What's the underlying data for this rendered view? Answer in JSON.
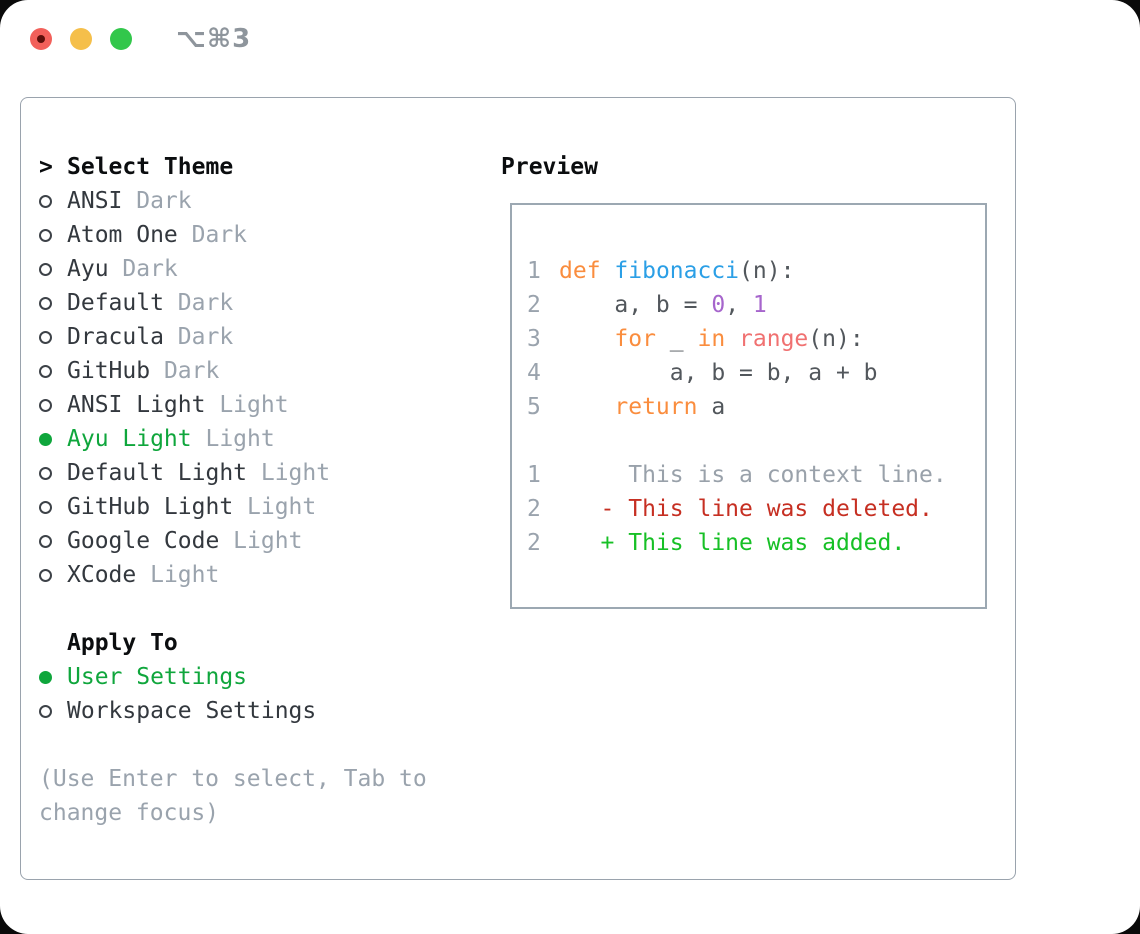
{
  "window": {
    "title": "⌥⌘3",
    "traffic_lights": {
      "close": "close",
      "minimize": "minimize",
      "zoom": "zoom"
    }
  },
  "theme_picker": {
    "header_prefix": ">",
    "header_label": "Select Theme",
    "items": [
      {
        "name": "ANSI",
        "variant": "Dark",
        "selected": false
      },
      {
        "name": "Atom One",
        "variant": "Dark",
        "selected": false
      },
      {
        "name": "Ayu",
        "variant": "Dark",
        "selected": false
      },
      {
        "name": "Default",
        "variant": "Dark",
        "selected": false
      },
      {
        "name": "Dracula",
        "variant": "Dark",
        "selected": false
      },
      {
        "name": "GitHub",
        "variant": "Dark",
        "selected": false
      },
      {
        "name": "ANSI Light",
        "variant": "Light",
        "selected": false
      },
      {
        "name": "Ayu Light",
        "variant": "Light",
        "selected": true
      },
      {
        "name": "Default Light",
        "variant": "Light",
        "selected": false
      },
      {
        "name": "GitHub Light",
        "variant": "Light",
        "selected": false
      },
      {
        "name": "Google Code",
        "variant": "Light",
        "selected": false
      },
      {
        "name": "XCode",
        "variant": "Light",
        "selected": false
      }
    ]
  },
  "apply_to": {
    "label": "Apply To",
    "options": [
      {
        "label": "User Settings",
        "selected": true
      },
      {
        "label": "Workspace Settings",
        "selected": false
      }
    ]
  },
  "hint": "(Use Enter to select, Tab to change focus)",
  "preview": {
    "label": "Preview",
    "code_lines": [
      {
        "number": "1",
        "tokens": [
          [
            "def",
            "k"
          ],
          [
            " ",
            ""
          ],
          [
            "fibonacci",
            "f"
          ],
          [
            "(n):",
            ""
          ]
        ]
      },
      {
        "number": "2",
        "tokens": [
          [
            "    a, b = ",
            ""
          ],
          [
            "0",
            "n"
          ],
          [
            ", ",
            ""
          ],
          [
            "1",
            "n"
          ]
        ]
      },
      {
        "number": "3",
        "tokens": [
          [
            "    ",
            ""
          ],
          [
            "for",
            "k"
          ],
          [
            " _ ",
            ""
          ],
          [
            "in",
            "k"
          ],
          [
            " ",
            ""
          ],
          [
            "range",
            "b"
          ],
          [
            "(n):",
            ""
          ]
        ]
      },
      {
        "number": "4",
        "tokens": [
          [
            "        a, b = b, a + b",
            ""
          ]
        ]
      },
      {
        "number": "5",
        "tokens": [
          [
            "    ",
            ""
          ],
          [
            "return",
            "k"
          ],
          [
            " a",
            ""
          ]
        ]
      },
      {
        "number": "",
        "tokens": []
      },
      {
        "number": "1",
        "tokens": [
          [
            "     This is a context line.",
            "ctx"
          ]
        ]
      },
      {
        "number": "2",
        "tokens": [
          [
            "   - This line was deleted.",
            "del"
          ]
        ]
      },
      {
        "number": "2",
        "tokens": [
          [
            "   + This line was added.",
            "add"
          ]
        ]
      }
    ]
  },
  "colors": {
    "selected_green": "#0fa63c",
    "keyword_orange": "#FA8D3E",
    "function_blue": "#2B9FE6",
    "number_purple": "#A665CC",
    "builtin_coral": "#F07171",
    "diff_deleted_red": "#c62f22",
    "diff_added_green": "#17C026",
    "muted_gray": "#9aa3ad",
    "code_foreground": "#52575c",
    "panel_border": "#9aa3ad"
  }
}
